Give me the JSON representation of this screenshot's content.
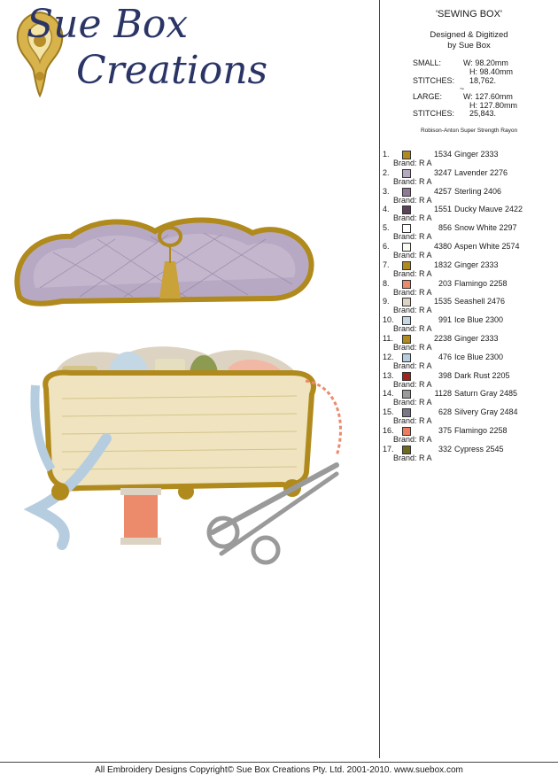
{
  "brand": {
    "line1": "Sue Box",
    "line2": "Creations"
  },
  "design": {
    "title": "'SEWING BOX'",
    "credit_line1": "Designed & Digitized",
    "credit_line2": "by Sue Box",
    "small_label": "SMALL:",
    "small_w": "W:   98.20mm",
    "small_h": "H:   98.40mm",
    "stitches_label": "STITCHES:",
    "small_stitches": "18,762.",
    "tilde": "~",
    "large_label": "LARGE:",
    "large_w": "W:   127.60mm",
    "large_h": "H:   127.80mm",
    "large_stitches": "25,843."
  },
  "thread_brand": "Robison-Anton Super Strength Rayon",
  "brand_prefix": "Brand:",
  "threads": [
    {
      "num": "1.",
      "code": "1534",
      "name": "Ginger 2333",
      "brand": "R A",
      "color": "#b08a1c"
    },
    {
      "num": "2.",
      "code": "3247",
      "name": "Lavender 2276",
      "brand": "R A",
      "color": "#b5a9c2"
    },
    {
      "num": "3.",
      "code": "4257",
      "name": "Sterling 2406",
      "brand": "R A",
      "color": "#8d7a96"
    },
    {
      "num": "4.",
      "code": "1551",
      "name": "Ducky Mauve 2422",
      "brand": "R A",
      "color": "#5b4358"
    },
    {
      "num": "5.",
      "code": "856",
      "name": "Snow White 2297",
      "brand": "R A",
      "color": "#ffffff"
    },
    {
      "num": "6.",
      "code": "4380",
      "name": "Aspen White 2574",
      "brand": "R A",
      "color": "#fbfaf2"
    },
    {
      "num": "7.",
      "code": "1832",
      "name": "Ginger 2333",
      "brand": "R A",
      "color": "#b08a1c"
    },
    {
      "num": "8.",
      "code": "203",
      "name": "Flamingo 2258",
      "brand": "R A",
      "color": "#ec8a6c"
    },
    {
      "num": "9.",
      "code": "1535",
      "name": "Seashell 2476",
      "brand": "R A",
      "color": "#ddd3c2"
    },
    {
      "num": "10.",
      "code": "991",
      "name": "Ice Blue 2300",
      "brand": "R A",
      "color": "#c3d7e4"
    },
    {
      "num": "11.",
      "code": "2238",
      "name": "Ginger 2333",
      "brand": "R A",
      "color": "#b08a1c"
    },
    {
      "num": "12.",
      "code": "476",
      "name": "Ice Blue 2300",
      "brand": "R A",
      "color": "#b6cde0"
    },
    {
      "num": "13.",
      "code": "398",
      "name": "Dark Rust 2205",
      "brand": "R A",
      "color": "#a2241c"
    },
    {
      "num": "14.",
      "code": "1128",
      "name": "Saturn Gray 2485",
      "brand": "R A",
      "color": "#9a9a9a"
    },
    {
      "num": "15.",
      "code": "628",
      "name": "Silvery Gray 2484",
      "brand": "R A",
      "color": "#787886"
    },
    {
      "num": "16.",
      "code": "375",
      "name": "Flamingo 2258",
      "brand": "R A",
      "color": "#ef7c5c"
    },
    {
      "num": "17.",
      "code": "332",
      "name": "Cypress 2545",
      "brand": "R A",
      "color": "#6d6b1e"
    }
  ],
  "footer": "All Embroidery Designs Copyright© Sue Box Creations Pty. Ltd. 2001-2010. www.suebox.com"
}
